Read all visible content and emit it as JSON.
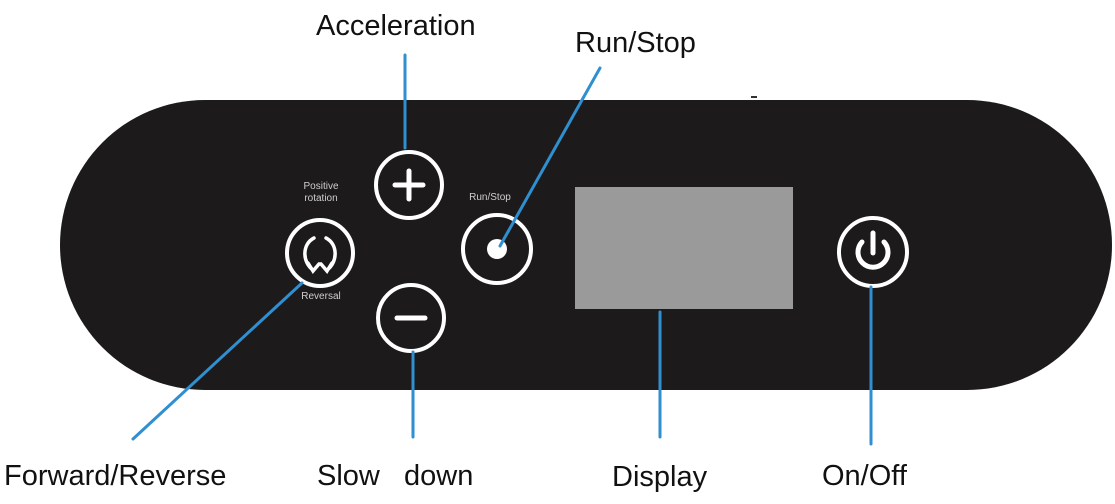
{
  "callouts": {
    "acceleration": "Acceleration",
    "run_stop": "Run/Stop",
    "forward_reverse": "Forward/Reverse",
    "slow_down": "Slow   down",
    "display": "Display",
    "on_off": "On/Off"
  },
  "panel": {
    "positive_rotation_line1": "Positive",
    "positive_rotation_line2": "rotation",
    "reversal": "Reversal",
    "run_stop": "Run/Stop"
  },
  "icons": {
    "plus": "plus-icon",
    "minus": "minus-icon",
    "rotation": "rotation-arrows-icon",
    "run_stop": "dot-icon",
    "power": "power-icon"
  },
  "colors": {
    "panel": "#1c1a1a",
    "button_ring": "#ffffff",
    "display_screen": "#9a9a9a",
    "leader_line": "#2f8fd0",
    "callout_text": "#111111"
  }
}
